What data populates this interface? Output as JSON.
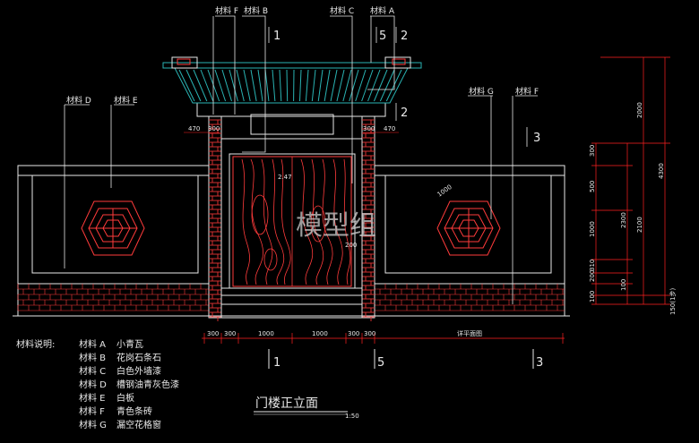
{
  "drawing": {
    "title": "门楼正立面",
    "scale": "1:50",
    "watermark": "模型组",
    "gate_height_label": "2.47",
    "material_tags_top": [
      "材料 F",
      "材料 B",
      "材料 C",
      "材料 A"
    ],
    "material_tags_left": [
      "材料 D",
      "材料 E"
    ],
    "material_tags_right": [
      "材料 G",
      "材料 F"
    ],
    "section_marks": {
      "top_1": "1",
      "top_5": "5",
      "top_2": "2",
      "mid_2": "2",
      "right_3": "3",
      "bot_1": "1",
      "bot_5": "5",
      "bot_3": "3"
    },
    "dims_top": {
      "left_470": "470",
      "left_300": "300",
      "right_300": "300",
      "right_470": "470"
    },
    "dims_bottom": [
      "300",
      "300",
      "1000",
      "1000",
      "300",
      "300",
      "详平面图"
    ],
    "dims_right_inner": [
      "300",
      "500",
      "1000",
      "310",
      "200",
      "100"
    ],
    "dims_right_mid": [
      "2300",
      "2100"
    ],
    "dims_right_outer": [
      "2000",
      "4300"
    ],
    "dim_grade": "150(1步)",
    "dim_diag": "1000",
    "dim_200": "200",
    "dim_100": "100"
  },
  "legend": {
    "heading": "材料说明:",
    "items": [
      {
        "code": "材料  A",
        "desc": "小青瓦"
      },
      {
        "code": "材料  B",
        "desc": "花岗石条石"
      },
      {
        "code": "材料  C",
        "desc": "白色外墙漆"
      },
      {
        "code": "材料  D",
        "desc": "槽钢油青灰色漆"
      },
      {
        "code": "材料  E",
        "desc": "白板"
      },
      {
        "code": "材料  F",
        "desc": "青色条砖"
      },
      {
        "code": "材料  G",
        "desc": "漏空花格窗"
      }
    ]
  },
  "colors": {
    "background": "#000000",
    "line_white": "#e8e8e8",
    "line_red": "#ff3b3b",
    "roof_teal": "#2ab3b3",
    "brick_red": "#d23030",
    "dim_red": "#ff2020"
  }
}
